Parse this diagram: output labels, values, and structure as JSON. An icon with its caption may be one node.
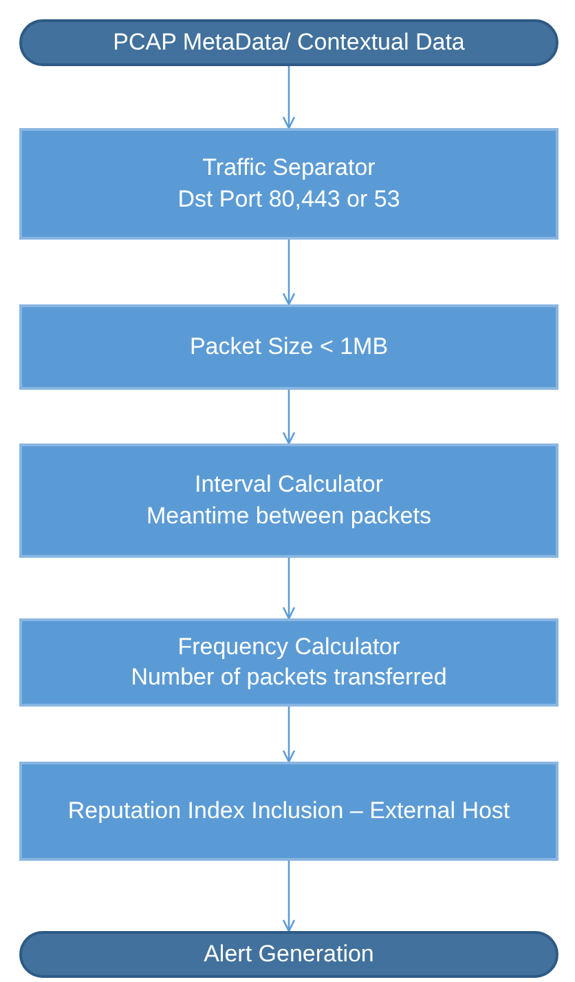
{
  "diagram": {
    "nodes": [
      {
        "text": [
          "PCAP MetaData/ Contextual Data"
        ]
      },
      {
        "text": [
          "Traffic Separator",
          "Dst Port 80,443 or 53"
        ]
      },
      {
        "text": [
          "Packet Size < 1MB"
        ]
      },
      {
        "text": [
          "Interval Calculator",
          "Meantime between packets"
        ]
      },
      {
        "text": [
          "Frequency Calculator",
          "Number of packets transferred"
        ]
      },
      {
        "text": [
          "Reputation Index Inclusion – External Host"
        ]
      },
      {
        "text": [
          "Alert Generation"
        ]
      }
    ],
    "edges": [
      {
        "from": 0,
        "to": 1,
        "arrow": "to"
      },
      {
        "from": 1,
        "to": 2,
        "arrow": "to"
      },
      {
        "from": 2,
        "to": 3,
        "arrow": "to"
      },
      {
        "from": 3,
        "to": 4,
        "arrow": "to"
      },
      {
        "from": 4,
        "to": 5,
        "arrow": "to"
      },
      {
        "from": 5,
        "to": 6,
        "arrow": "to"
      }
    ]
  }
}
